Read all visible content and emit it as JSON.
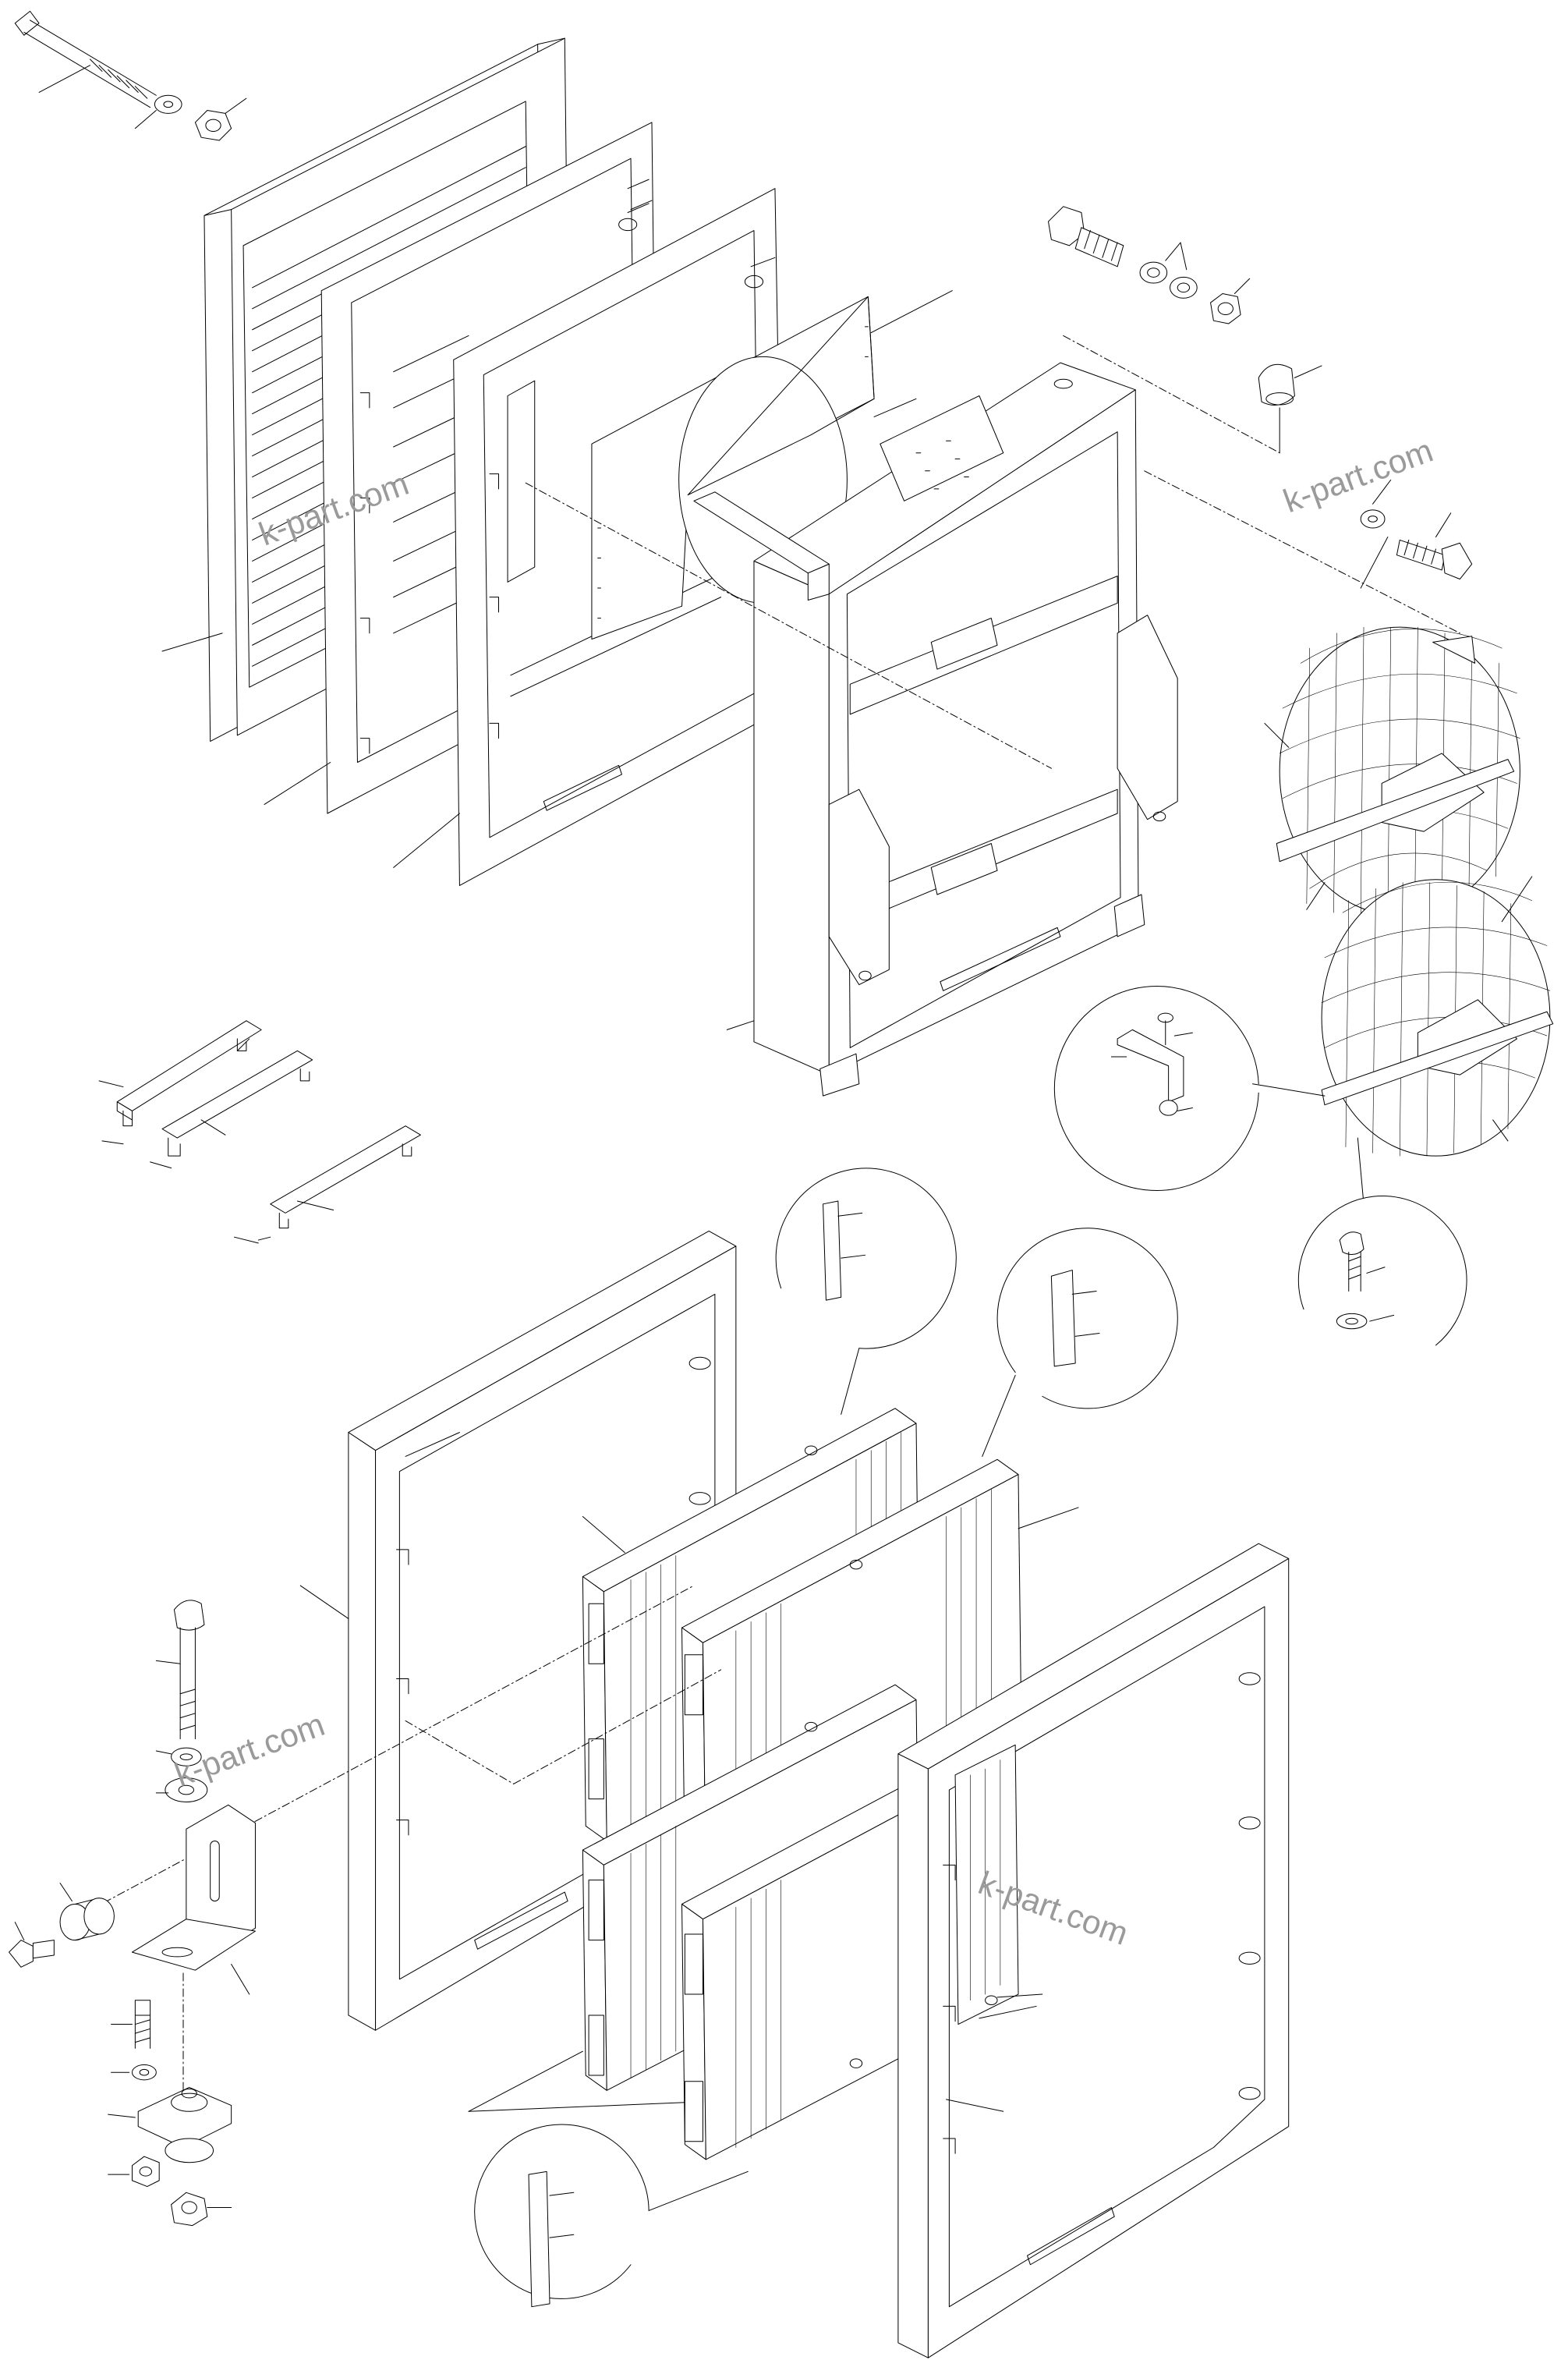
{
  "diagram": {
    "type": "exploded-parts-drawing",
    "subject": "radiator / cooler assembly",
    "watermarks": [
      "k-part.com",
      "k-part.com",
      "k-part.com",
      "k-part.com"
    ],
    "colors": {
      "line": "#000000",
      "background": "#ffffff",
      "watermark": "#9a9a9a"
    }
  }
}
